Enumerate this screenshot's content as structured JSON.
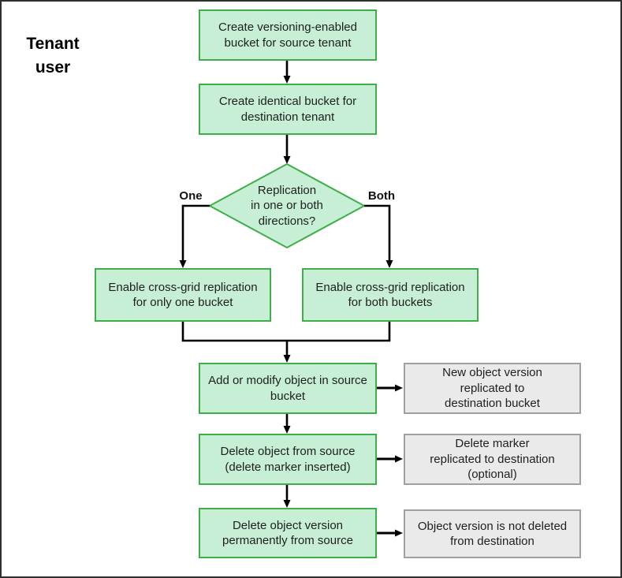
{
  "title": "Tenant\nuser",
  "colors": {
    "step_fill": "#c6efd5",
    "step_border": "#3fae49",
    "result_fill": "#eaeaea",
    "result_border": "#a0a0a0",
    "connector": "#000000"
  },
  "steps": {
    "create_source": "Create versioning-enabled\nbucket for source tenant",
    "create_destination": "Create identical bucket for\ndestination tenant",
    "decision": "Replication\nin one or both\ndirections?",
    "branch_one": "One",
    "branch_both": "Both",
    "enable_one": "Enable cross-grid replication\nfor only one bucket",
    "enable_both": "Enable cross-grid replication\nfor both buckets",
    "add_modify": "Add or modify object in source\nbucket",
    "delete_object": "Delete object from source\n(delete marker inserted)",
    "delete_version": "Delete object version\npermanently from source"
  },
  "results": {
    "replicated": "New object version\nreplicated to\ndestination bucket",
    "delete_marker": "Delete marker\nreplicated to destination\n(optional)",
    "not_deleted": "Object version is not deleted\nfrom destination"
  }
}
